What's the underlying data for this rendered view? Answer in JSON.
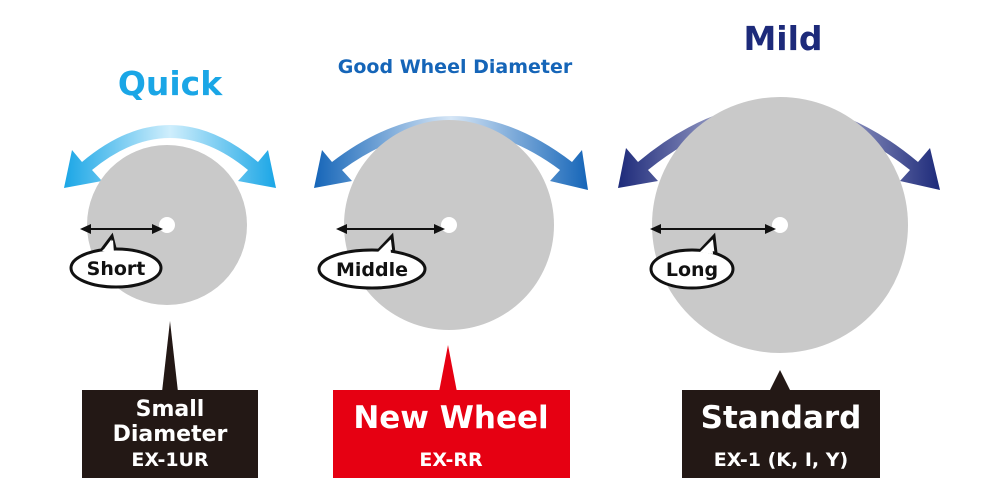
{
  "wheels": [
    {
      "speed_label": "Quick",
      "speed_color": "#1aa6e6",
      "arrow_color_center": "#cfeefc",
      "arrow_color_end": "#1aa6e6",
      "length_label": "Short",
      "box_color": "#231815",
      "box_lines": [
        "Small",
        "Diameter"
      ],
      "box_model": "EX-1UR"
    },
    {
      "speed_label": "Good Wheel Diameter",
      "speed_color": "#1565b8",
      "arrow_color_center": "#d6e6f6",
      "arrow_color_end": "#1565b8",
      "length_label": "Middle",
      "box_color": "#e60012",
      "box_lines": [
        "New Wheel"
      ],
      "box_model": "EX-RR"
    },
    {
      "speed_label": "Mild",
      "speed_color": "#1d2a7a",
      "arrow_color_center": "#dcdcef",
      "arrow_color_end": "#1d2a7a",
      "length_label": "Long",
      "box_color": "#231815",
      "box_lines": [
        "Standard"
      ],
      "box_model": "EX-1 (K, I, Y)"
    }
  ],
  "wheel_color": "#c9c9c9"
}
